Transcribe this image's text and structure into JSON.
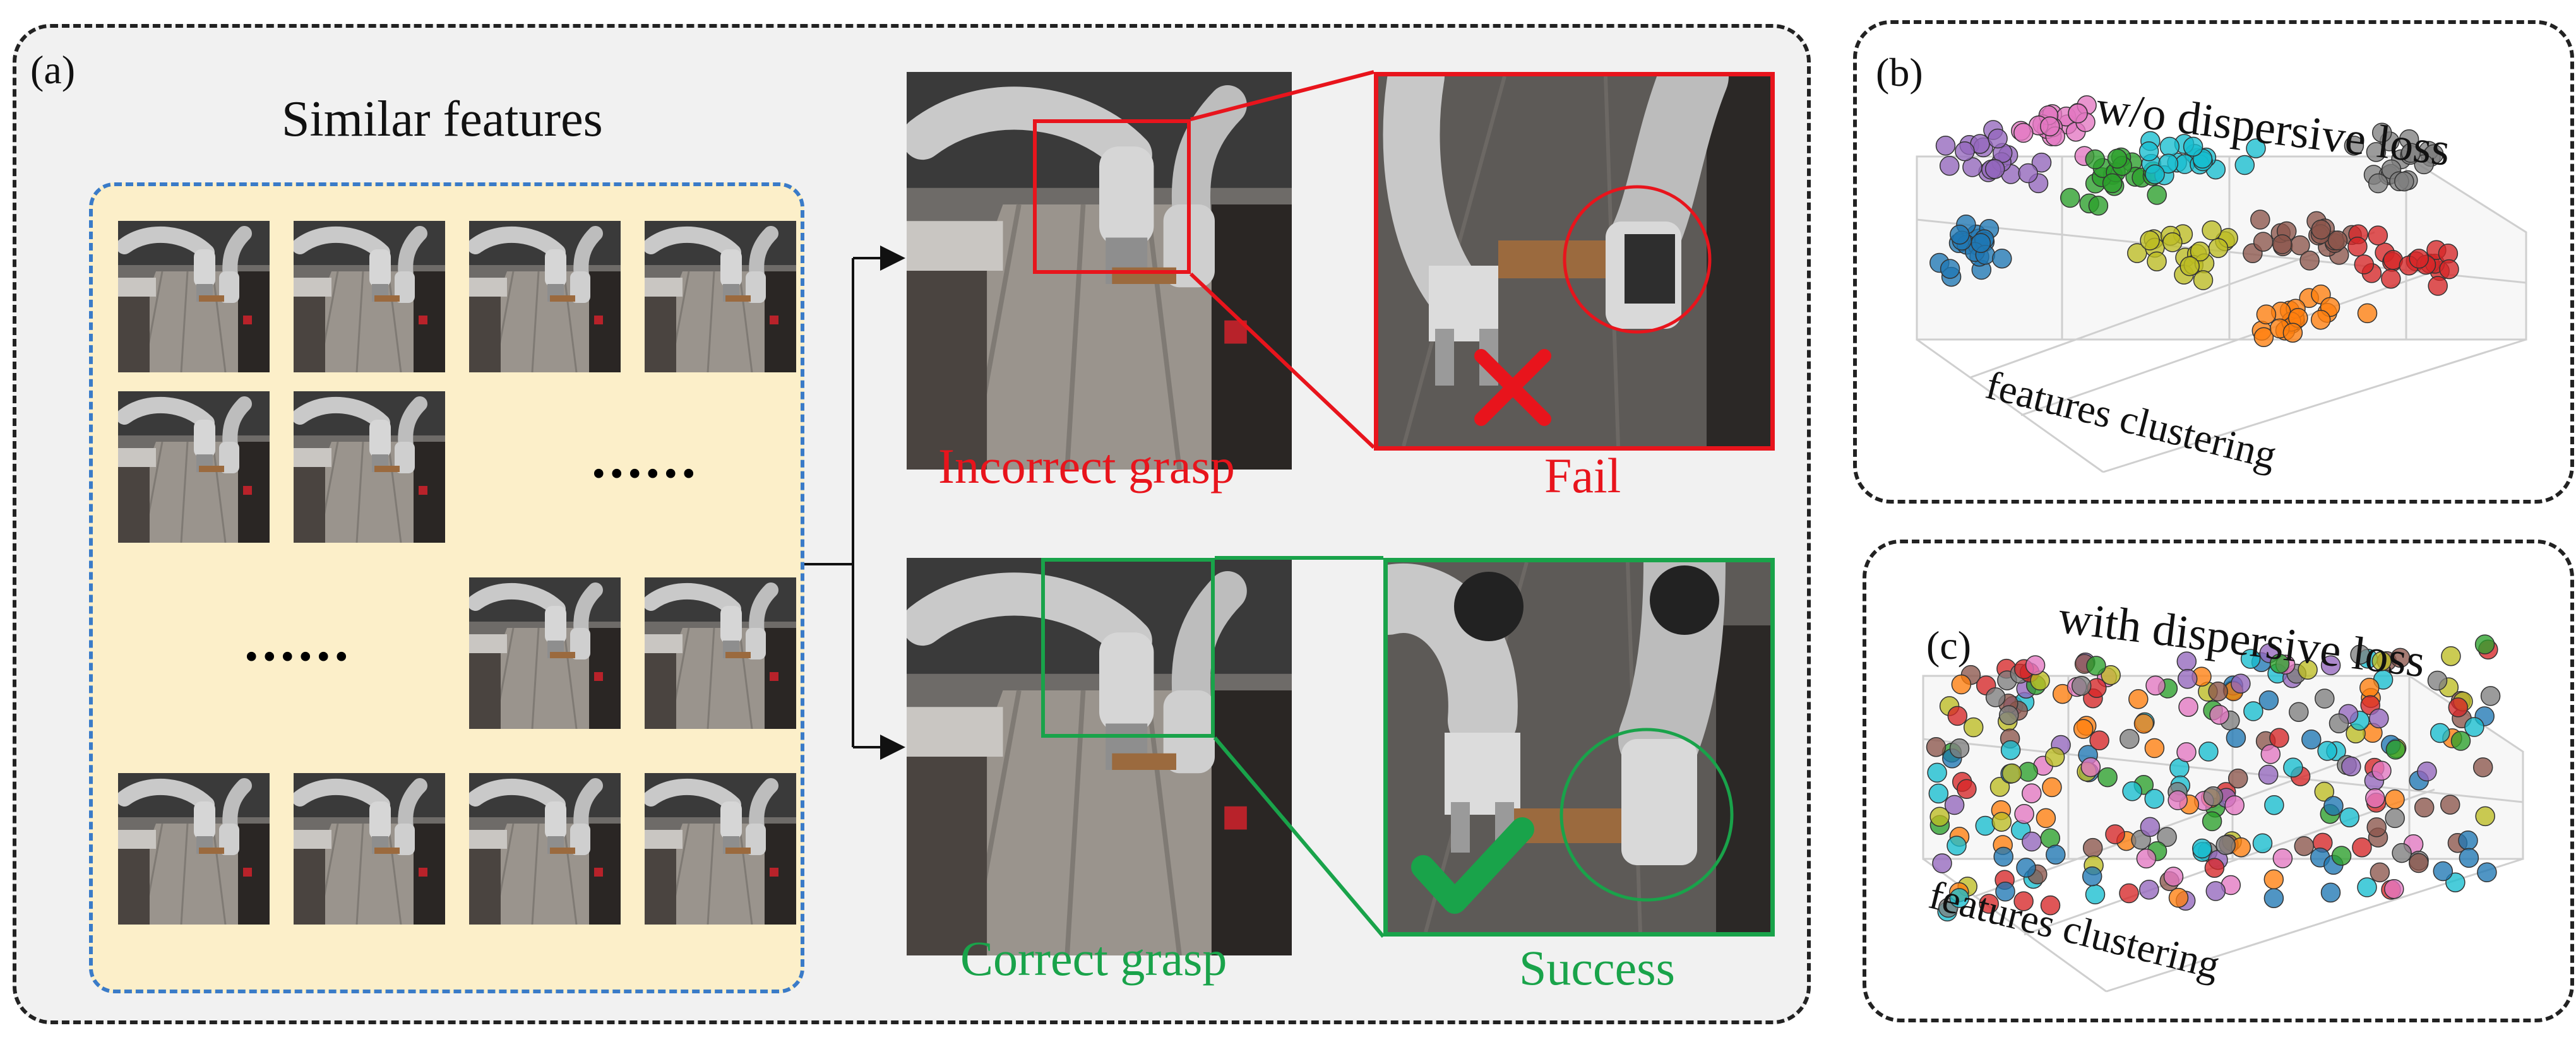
{
  "panels": {
    "a": {
      "label": "(a)",
      "similar_features": "Similar features",
      "ellipsis": "......",
      "incorrect_label": "Incorrect grasp",
      "fail_label": "Fail",
      "correct_label": "Correct grasp",
      "success_label": "Success"
    },
    "b": {
      "label": "(b)",
      "title": "w/o dispersive loss",
      "axis_label": "features clustering"
    },
    "c": {
      "label": "(c)",
      "title": "with dispersive loss",
      "axis_label": "features clustering"
    }
  },
  "colors": {
    "fail": "#e8141c",
    "success": "#19a34a",
    "panel_bg": "#f1f1f1",
    "inner_bg": "#fcefc9",
    "inner_border": "#3a7bc8"
  },
  "chart_data": [
    {
      "type": "scatter",
      "title": "w/o dispersive loss",
      "xlabel": "features clustering",
      "grid": true,
      "distribution": "clustered",
      "series_colors": [
        "#e377c2",
        "#9467bd",
        "#2ca02c",
        "#17becf",
        "#7f7f7f",
        "#1f77b4",
        "#bcbd22",
        "#8c564b",
        "#d62728",
        "#ff7f0e"
      ]
    },
    {
      "type": "scatter",
      "title": "with dispersive loss",
      "xlabel": "features clustering",
      "grid": true,
      "distribution": "dispersed",
      "series_colors": [
        "#e377c2",
        "#9467bd",
        "#2ca02c",
        "#17becf",
        "#7f7f7f",
        "#1f77b4",
        "#bcbd22",
        "#8c564b",
        "#d62728",
        "#ff7f0e"
      ]
    }
  ]
}
